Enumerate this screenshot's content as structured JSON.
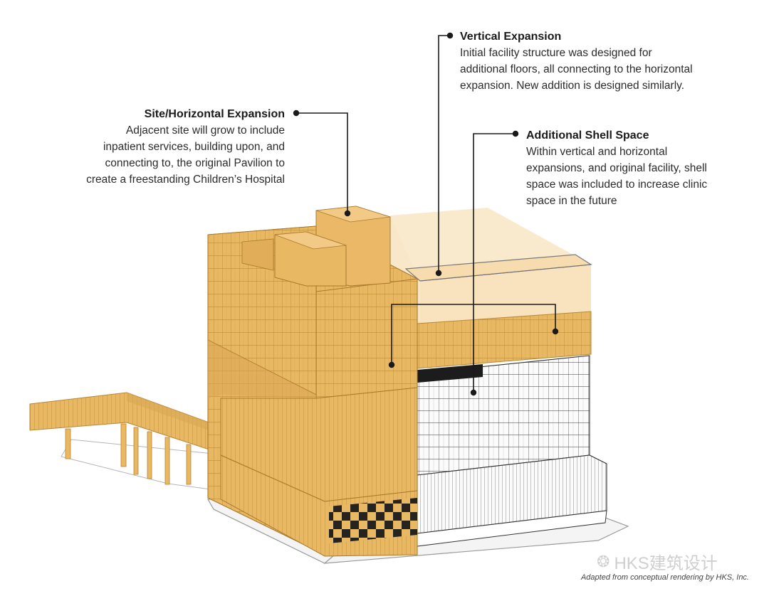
{
  "callouts": {
    "site": {
      "title": "Site/Horizontal Expansion",
      "body": "Adjacent site will grow to include\ninpatient services, building upon, and\nconnecting to, the original Pavilion to\ncreate a freestanding Children’s Hospital"
    },
    "vertical": {
      "title": "Vertical Expansion",
      "body": "Initial facility structure was designed for\nadditional floors, all connecting to the horizontal\nexpansion. New addition is designed similarly."
    },
    "shell": {
      "title": "Additional Shell Space",
      "body": "Within vertical and horizontal\nexpansions, and original facility, shell\nspace was included to increase clinic\nspace in the future"
    }
  },
  "credit": "Adapted from conceptual rendering by HKS, Inc.",
  "watermark": "HKS建筑设计",
  "colors": {
    "gold": "#e9b863",
    "gold_light": "#f6dcae",
    "gold_dark": "#c89742",
    "line": "#1a1a1a",
    "white_facade": "#fbfbfb"
  }
}
